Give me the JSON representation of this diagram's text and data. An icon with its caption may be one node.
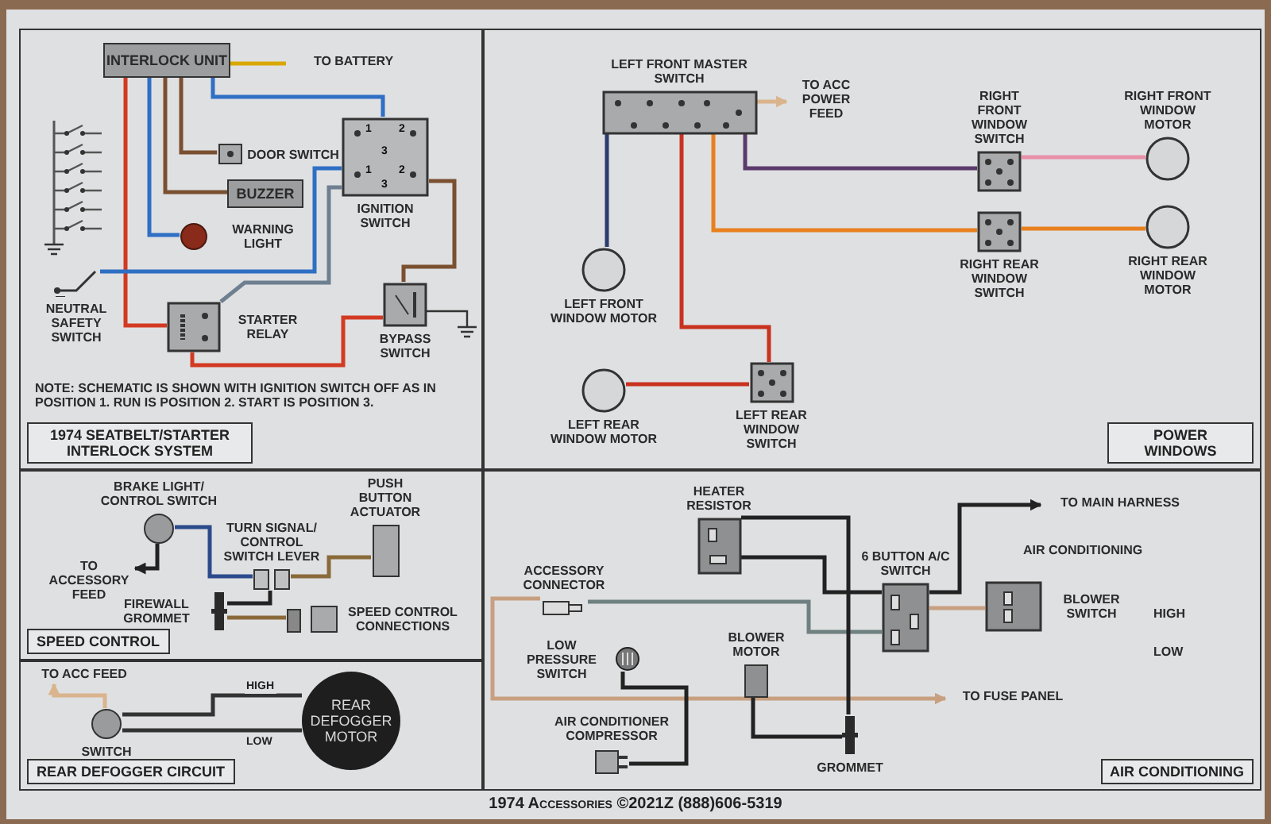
{
  "diagram": {
    "caption": "1974 Accessories ©2021Z (888)606-5319",
    "nodes": [
      {
        "text": [
          "1974 SEATBELT/STARTER INTERLOCK SYSTEM"
        ]
      },
      {
        "text": [
          "INTERLOCK UNIT"
        ],
        "in": 0
      },
      {
        "text": [
          "DOOR SWITCH"
        ],
        "in": 0
      },
      {
        "text": [
          "BUZZER"
        ],
        "in": 0
      },
      {
        "text": [
          "WARNING LIGHT"
        ],
        "in": 0
      },
      {
        "text": [
          "IGNITION SWITCH"
        ],
        "in": 0
      },
      {
        "text": [
          "NEUTRAL SAFETY SWITCH"
        ],
        "in": 0
      },
      {
        "text": [
          "STARTER RELAY"
        ],
        "in": 0
      },
      {
        "text": [
          "BYPASS SWITCH"
        ],
        "in": 0
      },
      {
        "text": [
          "TO BATTERY"
        ],
        "in": 0
      },
      {
        "text": [
          "POWER WINDOWS"
        ]
      },
      {
        "text": [
          "LEFT FRONT MASTER SWITCH"
        ],
        "in": 10
      },
      {
        "text": [
          "TO ACC POWER FEED"
        ],
        "in": 10
      },
      {
        "text": [
          "RIGHT FRONT WINDOW SWITCH"
        ],
        "in": 10
      },
      {
        "text": [
          "RIGHT FRONT WINDOW MOTOR"
        ],
        "in": 10
      },
      {
        "text": [
          "LEFT FRONT WINDOW MOTOR"
        ],
        "in": 10
      },
      {
        "text": [
          "RIGHT REAR WINDOW SWITCH"
        ],
        "in": 10
      },
      {
        "text": [
          "RIGHT REAR WINDOW MOTOR"
        ],
        "in": 10
      },
      {
        "text": [
          "LEFT REAR WINDOW MOTOR"
        ],
        "in": 10
      },
      {
        "text": [
          "LEFT REAR WINDOW SWITCH"
        ],
        "in": 10
      },
      {
        "text": [
          "SPEED CONTROL"
        ]
      },
      {
        "text": [
          "BRAKE LIGHT/ CONTROL SWITCH"
        ],
        "in": 20
      },
      {
        "text": [
          "TO ACCESSORY FEED"
        ],
        "in": 20
      },
      {
        "text": [
          "PUSH BUTTON ACTUATOR"
        ],
        "in": 20
      },
      {
        "text": [
          "TURN SIGNAL/ CONTROL SWITCH LEVER"
        ],
        "in": 20
      },
      {
        "text": [
          "FIREWALL GROMMET"
        ],
        "in": 20
      },
      {
        "text": [
          "SPEED CONTROL CONNECTIONS"
        ],
        "in": 20
      },
      {
        "text": [
          "REAR DEFOGGER CIRCUIT"
        ]
      },
      {
        "text": [
          "TO ACC FEED"
        ],
        "in": 27
      },
      {
        "text": [
          "SWITCH"
        ],
        "in": 27
      },
      {
        "text": [
          "REAR DEFOGGER MOTOR"
        ],
        "in": 27
      },
      {
        "text": [
          "AIR CONDITIONING"
        ]
      },
      {
        "text": [
          "HEATER RESISTOR"
        ],
        "in": 31
      },
      {
        "text": [
          "TO MAIN HARNESS"
        ],
        "in": 31
      },
      {
        "text": [
          "6 BUTTON A/C SWITCH"
        ],
        "in": 31
      },
      {
        "text": [
          "BLOWER SWITCH"
        ],
        "in": 31
      },
      {
        "text": [
          "ACCESSORY CONNECTOR"
        ],
        "in": 31
      },
      {
        "text": [
          "LOW PRESSURE SWITCH"
        ],
        "in": 31
      },
      {
        "text": [
          "BLOWER MOTOR"
        ],
        "in": 31
      },
      {
        "text": [
          "AIR CONDITIONER COMPRESSOR"
        ],
        "in": 31
      },
      {
        "text": [
          "GROMMET"
        ],
        "in": 31
      },
      {
        "text": [
          "TO FUSE PANEL"
        ],
        "in": 31
      }
    ],
    "edges": [
      {
        "from": 1,
        "to": 9,
        "arrow": "none",
        "color": "#d9a800"
      },
      {
        "from": 1,
        "to": 2,
        "arrow": "none",
        "color": "#7a5030"
      },
      {
        "from": 1,
        "to": 3,
        "arrow": "none",
        "color": "#7a5030"
      },
      {
        "from": 1,
        "to": 4,
        "arrow": "none",
        "color": "#2f6fc4"
      },
      {
        "from": 1,
        "to": 5,
        "arrow": "none",
        "color": "#2f6fc4"
      },
      {
        "from": 1,
        "to": 7,
        "arrow": "none",
        "color": "#d23a22"
      },
      {
        "from": 6,
        "to": 5,
        "arrow": "none",
        "color": "#2f6fc4"
      },
      {
        "from": 7,
        "to": 5,
        "arrow": "none",
        "color": "#6e7f90"
      },
      {
        "from": 5,
        "to": 8,
        "arrow": "none",
        "color": "#7a5030"
      },
      {
        "from": 8,
        "to": 7,
        "arrow": "none",
        "color": "#d23a22"
      },
      {
        "from": 11,
        "to": 12,
        "arrow": "to",
        "color": "#d9b48c"
      },
      {
        "from": 11,
        "to": 13,
        "arrow": "none",
        "color": "#5b3b6b"
      },
      {
        "from": 11,
        "to": 16,
        "arrow": "none",
        "color": "#e8801e"
      },
      {
        "from": 11,
        "to": 15,
        "arrow": "none",
        "color": "#2b3b6b"
      },
      {
        "from": 11,
        "to": 19,
        "arrow": "none",
        "color": "#c8321e"
      },
      {
        "from": 13,
        "to": 14,
        "arrow": "none",
        "color": "#e890a8"
      },
      {
        "from": 16,
        "to": 17,
        "arrow": "none",
        "color": "#e8801e"
      },
      {
        "from": 19,
        "to": 18,
        "arrow": "none",
        "color": "#c8321e"
      },
      {
        "from": 21,
        "to": 24,
        "arrow": "none",
        "color": "#2b4b8b"
      },
      {
        "from": 21,
        "to": 22,
        "arrow": "to",
        "color": "#222222"
      },
      {
        "from": 23,
        "to": 24,
        "arrow": "none",
        "color": "#8a6a3a"
      },
      {
        "from": 24,
        "to": 25,
        "arrow": "none",
        "color": "#222222"
      },
      {
        "from": 25,
        "to": 26,
        "arrow": "none",
        "color": "#8a6a3a"
      },
      {
        "from": 29,
        "to": 28,
        "arrow": "to",
        "color": "#d9b48c"
      },
      {
        "from": 29,
        "to": 30,
        "arrow": "none",
        "label": "HIGH",
        "color": "#333333"
      },
      {
        "from": 29,
        "to": 30,
        "arrow": "none",
        "label": "LOW",
        "color": "#333333"
      },
      {
        "from": 32,
        "to": 34,
        "arrow": "none",
        "color": "#222222"
      },
      {
        "from": 34,
        "to": 33,
        "arrow": "to",
        "color": "#222222"
      },
      {
        "from": 34,
        "to": 35,
        "arrow": "none",
        "color": "#c8a080"
      },
      {
        "from": 36,
        "to": 34,
        "arrow": "none",
        "color": "#6e8080"
      },
      {
        "from": 36,
        "to": 41,
        "arrow": "to",
        "color": "#c8a080"
      },
      {
        "from": 37,
        "to": 39,
        "arrow": "none",
        "color": "#222222"
      },
      {
        "from": 38,
        "to": 40,
        "arrow": "none",
        "color": "#222222"
      },
      {
        "from": 32,
        "to": 40,
        "arrow": "none",
        "color": "#222222"
      }
    ],
    "labels": [
      "NOTE: SCHEMATIC IS SHOWN WITH IGNITION SWITCH OFF AS IN POSITION 1. RUN IS POSITION 2. START IS POSITION 3.",
      "1",
      "2",
      "3",
      "1",
      "2",
      "3",
      "AIR CONDITIONING",
      "HIGH",
      "LOW"
    ]
  }
}
